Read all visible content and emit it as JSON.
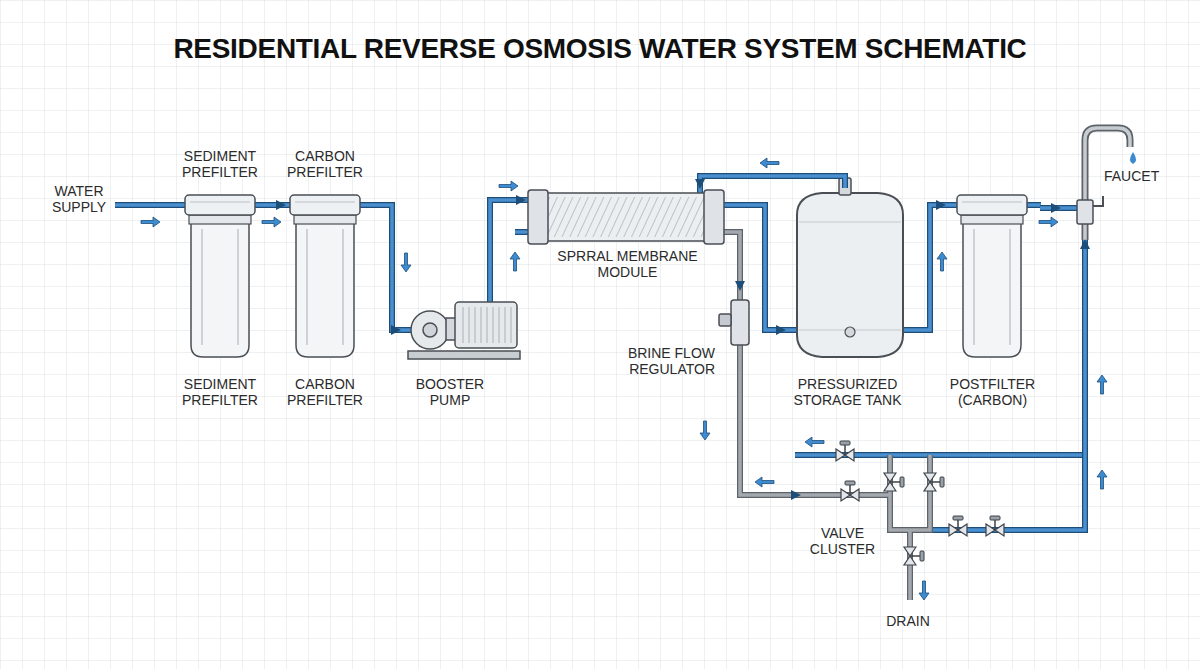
{
  "diagram": {
    "title": "RESIDENTIAL REVERSE OSMOSIS WATER SYSTEM SCHEMATIC",
    "nodes": [
      {
        "text": [
          "SEDIMENT PREFILTER",
          "SEDIMENT PREFILTER"
        ]
      },
      {
        "text": [
          "CARBON PREFILTER",
          "CARBON PREFILTER"
        ]
      },
      {
        "text": [
          "BOOSTER PUMP"
        ]
      },
      {
        "text": [
          "SPRRAL MEMBRANE MODULE"
        ]
      },
      {
        "text": [
          "BRINE FLOW REGULATOR"
        ]
      },
      {
        "text": [
          "PRESSURIZED STORAGE TANK"
        ]
      },
      {
        "text": [
          "POSTFILTER (CARBON)"
        ]
      },
      {
        "text": [
          "FAUCET"
        ]
      },
      {
        "text": [
          "VALVE CLUSTER"
        ]
      }
    ],
    "edges": [
      {
        "from": 0,
        "to": 1,
        "arrow": "to"
      },
      {
        "from": 1,
        "to": 2,
        "arrow": "to"
      },
      {
        "from": 2,
        "to": 3,
        "arrow": "to"
      },
      {
        "from": 3,
        "to": 4,
        "arrow": "to"
      },
      {
        "from": 3,
        "to": 5,
        "arrow": "to"
      },
      {
        "from": 5,
        "to": 3,
        "arrow": "to"
      },
      {
        "from": 5,
        "to": 6,
        "arrow": "to"
      },
      {
        "from": 6,
        "to": 7,
        "arrow": "to"
      },
      {
        "from": 4,
        "to": 8,
        "arrow": "to"
      },
      {
        "from": 8,
        "to": 7,
        "arrow": "to"
      }
    ],
    "labels": [
      "WATER SUPPLY",
      "DRAIN"
    ]
  }
}
